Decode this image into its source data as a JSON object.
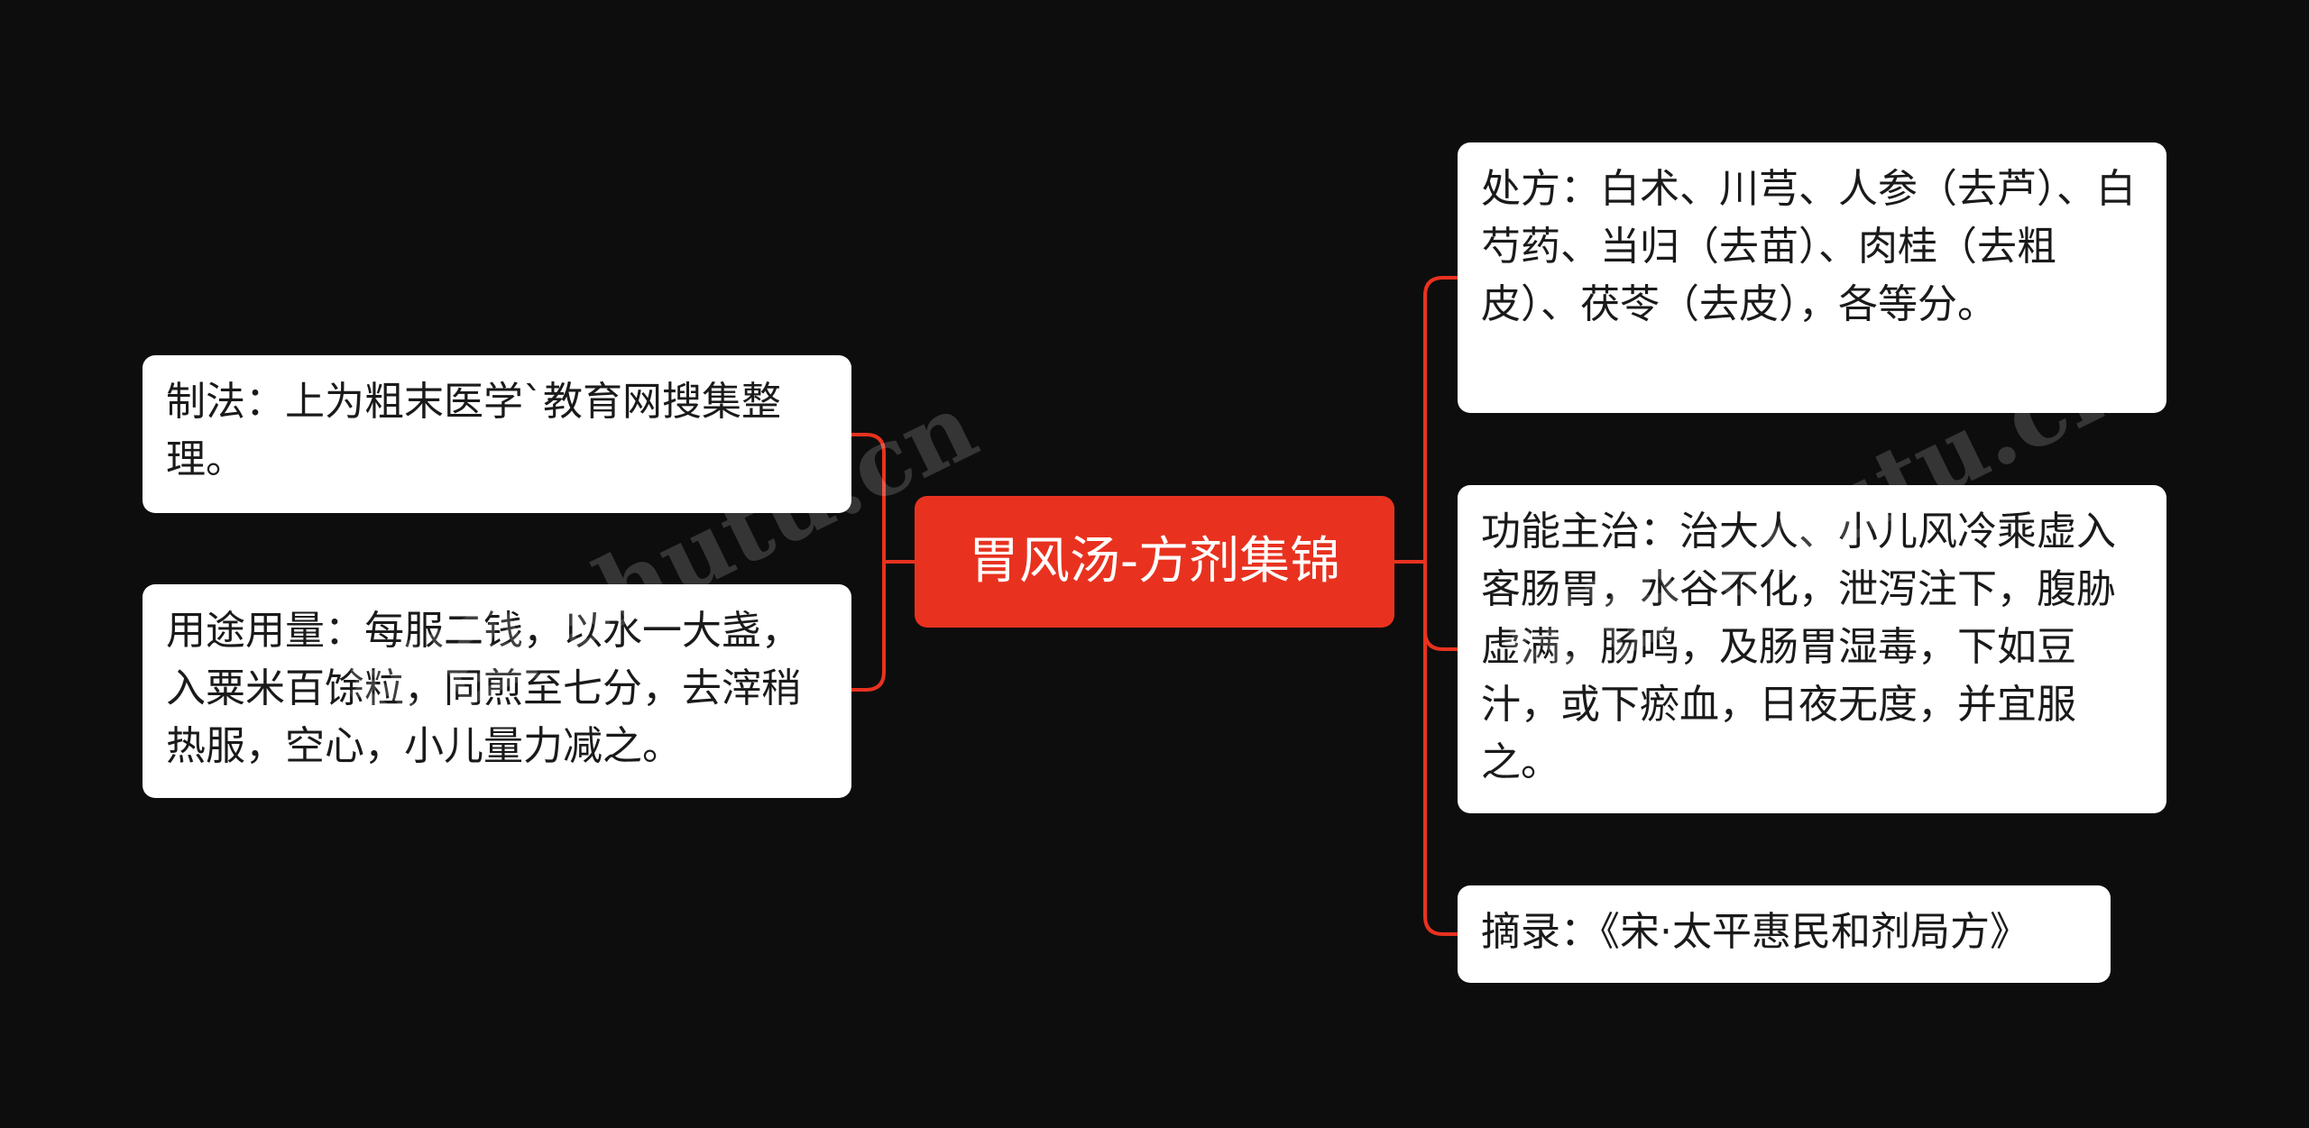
{
  "root": {
    "label": "胃风汤-方剂集锦"
  },
  "left_branches": [
    {
      "id": "zhifa",
      "text": "制法：上为粗末医学`教育网搜集整理。"
    },
    {
      "id": "yongtu",
      "text": "用途用量：每服二钱，以水一大盏，入粟米百馀粒，同煎至七分，去滓稍热服，空心，小儿量力减之。"
    }
  ],
  "right_branches": [
    {
      "id": "chufang",
      "text": "处方：白术、川芎、人参（去芦）、白芍药、当归（去苗）、肉桂（去粗皮）、茯苓（去皮），各等分。"
    },
    {
      "id": "gongneng",
      "text": "功能主治：治大人、小儿风冷乘虚入客肠胃，水谷不化，泄泻注下，腹胁虚满，肠鸣，及肠胃湿毒，下如豆汁，或下瘀血，日夜无度，并宜服之。"
    },
    {
      "id": "zhailu",
      "text": "摘录：《宋·太平惠民和剂局方》"
    }
  ],
  "watermarks": [
    {
      "text": "树图 shutu.cn"
    },
    {
      "text": "树图 shutu.cn"
    }
  ],
  "colors": {
    "background": "#0d0d0d",
    "root_fill": "#e8321f",
    "connector": "#e8321f",
    "node_fill": "#ffffff",
    "node_text": "#1a1a1a"
  }
}
